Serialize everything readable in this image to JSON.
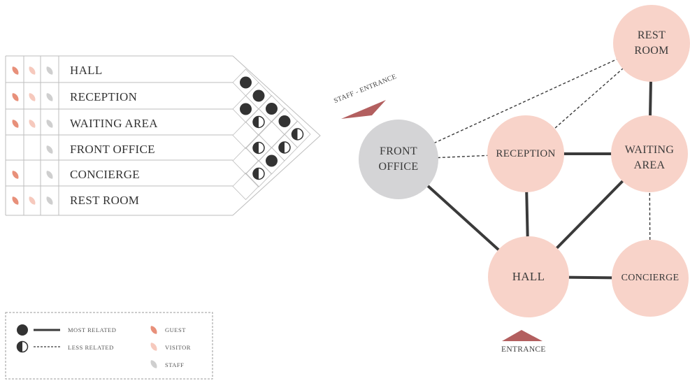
{
  "matrix": {
    "rows": [
      "HALL",
      "RECEPTION",
      "WAITING AREA",
      "FRONT OFFICE",
      "CONCIERGE",
      "REST ROOM"
    ],
    "user_flags": [
      {
        "guest": true,
        "visitor": true,
        "staff": true
      },
      {
        "guest": true,
        "visitor": true,
        "staff": true
      },
      {
        "guest": true,
        "visitor": true,
        "staff": true
      },
      {
        "guest": false,
        "visitor": false,
        "staff": true
      },
      {
        "guest": true,
        "visitor": false,
        "staff": true
      },
      {
        "guest": true,
        "visitor": true,
        "staff": true
      }
    ],
    "relations": [
      {
        "a": "HALL",
        "b": "RECEPTION",
        "type": "most"
      },
      {
        "a": "HALL",
        "b": "WAITING AREA",
        "type": "most"
      },
      {
        "a": "HALL",
        "b": "FRONT OFFICE",
        "type": "most"
      },
      {
        "a": "HALL",
        "b": "CONCIERGE",
        "type": "most"
      },
      {
        "a": "HALL",
        "b": "REST ROOM",
        "type": "less"
      },
      {
        "a": "RECEPTION",
        "b": "WAITING AREA",
        "type": "most"
      },
      {
        "a": "RECEPTION",
        "b": "FRONT OFFICE",
        "type": "less"
      },
      {
        "a": "RECEPTION",
        "b": "REST ROOM",
        "type": "less"
      },
      {
        "a": "WAITING AREA",
        "b": "CONCIERGE",
        "type": "less"
      },
      {
        "a": "WAITING AREA",
        "b": "REST ROOM",
        "type": "most"
      },
      {
        "a": "FRONT OFFICE",
        "b": "REST ROOM",
        "type": "less"
      }
    ]
  },
  "legend": {
    "most_related": "MOST RELATED",
    "less_related": "LESS RELATED",
    "guest": "GUEST",
    "visitor": "VISITOR",
    "staff": "STAFF"
  },
  "bubbles": {
    "nodes": [
      {
        "id": "rest",
        "lines": [
          "REST",
          "ROOM"
        ],
        "kind": "public"
      },
      {
        "id": "front",
        "lines": [
          "FRONT",
          "OFFICE"
        ],
        "kind": "staff"
      },
      {
        "id": "reception",
        "lines": [
          "RECEPTION"
        ],
        "kind": "public"
      },
      {
        "id": "waiting",
        "lines": [
          "WAITING",
          "AREA"
        ],
        "kind": "public"
      },
      {
        "id": "hall",
        "lines": [
          "HALL"
        ],
        "kind": "public"
      },
      {
        "id": "concierge",
        "lines": [
          "CONCIERGE"
        ],
        "kind": "public"
      }
    ],
    "links": [
      {
        "from": "rest",
        "to": "waiting",
        "type": "most"
      },
      {
        "from": "reception",
        "to": "waiting",
        "type": "most"
      },
      {
        "from": "reception",
        "to": "hall",
        "type": "most"
      },
      {
        "from": "front",
        "to": "hall",
        "type": "most"
      },
      {
        "from": "hall",
        "to": "waiting",
        "type": "most"
      },
      {
        "from": "hall",
        "to": "concierge",
        "type": "most"
      },
      {
        "from": "front",
        "to": "rest",
        "type": "less"
      },
      {
        "from": "reception",
        "to": "rest",
        "type": "less"
      },
      {
        "from": "front",
        "to": "reception",
        "type": "less"
      },
      {
        "from": "waiting",
        "to": "concierge",
        "type": "less"
      }
    ],
    "staff_entrance": "STAFF - ENTRANCE",
    "entrance": "ENTRANCE"
  },
  "colors": {
    "guest": "#e8907a",
    "visitor": "#f6c9bd",
    "staff": "#cfcfcf",
    "node_public": "#f8d3c9",
    "node_staff": "#d4d4d6",
    "entrance_marker": "#b35f5f",
    "dot": "#333333"
  }
}
